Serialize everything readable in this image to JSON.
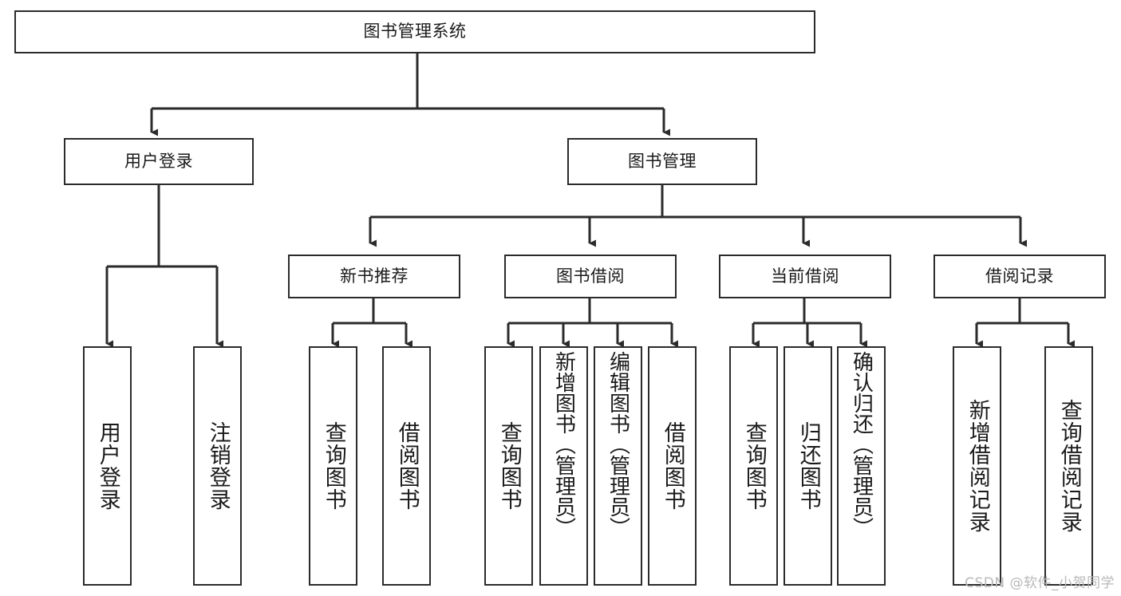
{
  "diagram": {
    "title": "图书管理系统",
    "root": {
      "id": "root",
      "label": "图书管理系统"
    },
    "level2": [
      {
        "id": "user-login",
        "label": "用户登录"
      },
      {
        "id": "book-management",
        "label": "图书管理"
      }
    ],
    "level3": [
      {
        "id": "new-book-recommend",
        "label": "新书推荐"
      },
      {
        "id": "book-borrow",
        "label": "图书借阅"
      },
      {
        "id": "current-borrow",
        "label": "当前借阅"
      },
      {
        "id": "borrow-record",
        "label": "借阅记录"
      }
    ],
    "leaves": {
      "user_login": [
        {
          "id": "leaf-user-login",
          "label": "用户登录"
        },
        {
          "id": "leaf-logout-login",
          "label": "注销登录"
        }
      ],
      "new_book_recommend": [
        {
          "id": "leaf-query-book-1",
          "label": "查询图书"
        },
        {
          "id": "leaf-borrow-book-1",
          "label": "借阅图书"
        }
      ],
      "book_borrow": [
        {
          "id": "leaf-query-book-2",
          "label": "查询图书"
        },
        {
          "id": "leaf-add-book",
          "label": "新增图书（管理员）"
        },
        {
          "id": "leaf-edit-book",
          "label": "编辑图书（管理员）"
        },
        {
          "id": "leaf-borrow-book-2",
          "label": "借阅图书"
        }
      ],
      "current_borrow": [
        {
          "id": "leaf-query-book-3",
          "label": "查询图书"
        },
        {
          "id": "leaf-return-book",
          "label": "归还图书"
        },
        {
          "id": "leaf-confirm-return",
          "label": "确认归还（管理员）"
        }
      ],
      "borrow_record": [
        {
          "id": "leaf-add-record",
          "label": "新增借阅记录"
        },
        {
          "id": "leaf-query-record",
          "label": "查询借阅记录"
        }
      ]
    },
    "watermark": "CSDN @软件_小贺同学",
    "colors": {
      "stroke": "#2b2b2b",
      "background": "#ffffff",
      "text": "#1a1a1a",
      "watermark": "#b8b8b8"
    }
  }
}
